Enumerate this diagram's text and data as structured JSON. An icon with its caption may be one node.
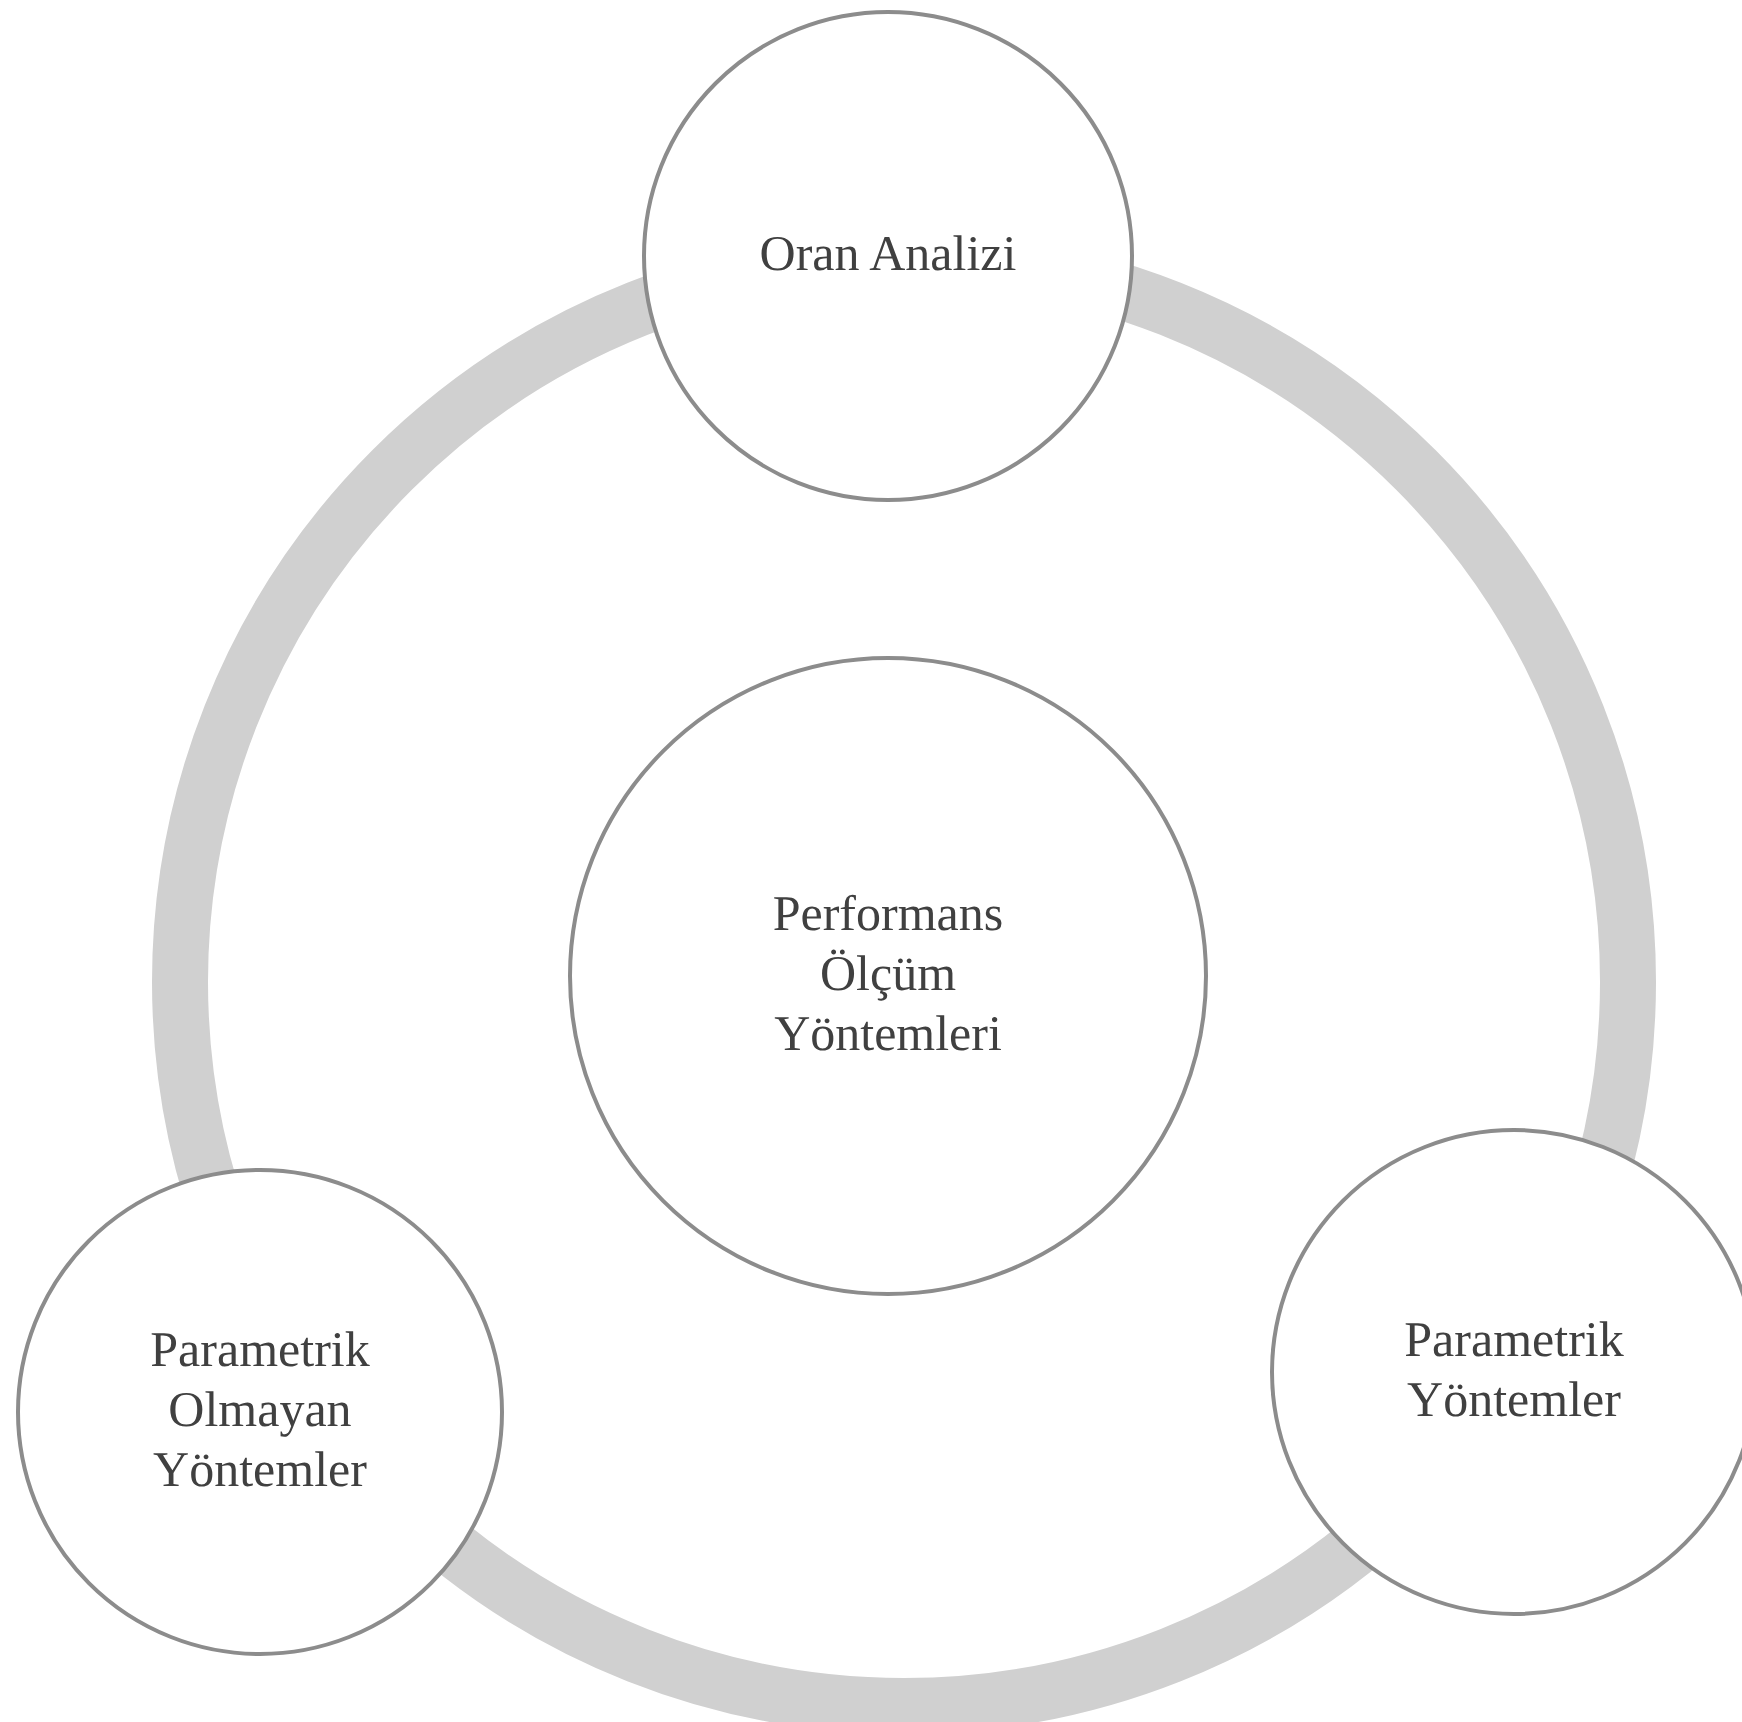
{
  "diagram": {
    "nodes": [
      {
        "text": [
          "Oran Analizi"
        ]
      },
      {
        "text": [
          "Performans Ölçüm Yöntemleri"
        ]
      },
      {
        "text": [
          "Parametrik Olmayan Yöntemler"
        ]
      },
      {
        "text": [
          "Parametrik Yöntemler"
        ]
      }
    ]
  }
}
